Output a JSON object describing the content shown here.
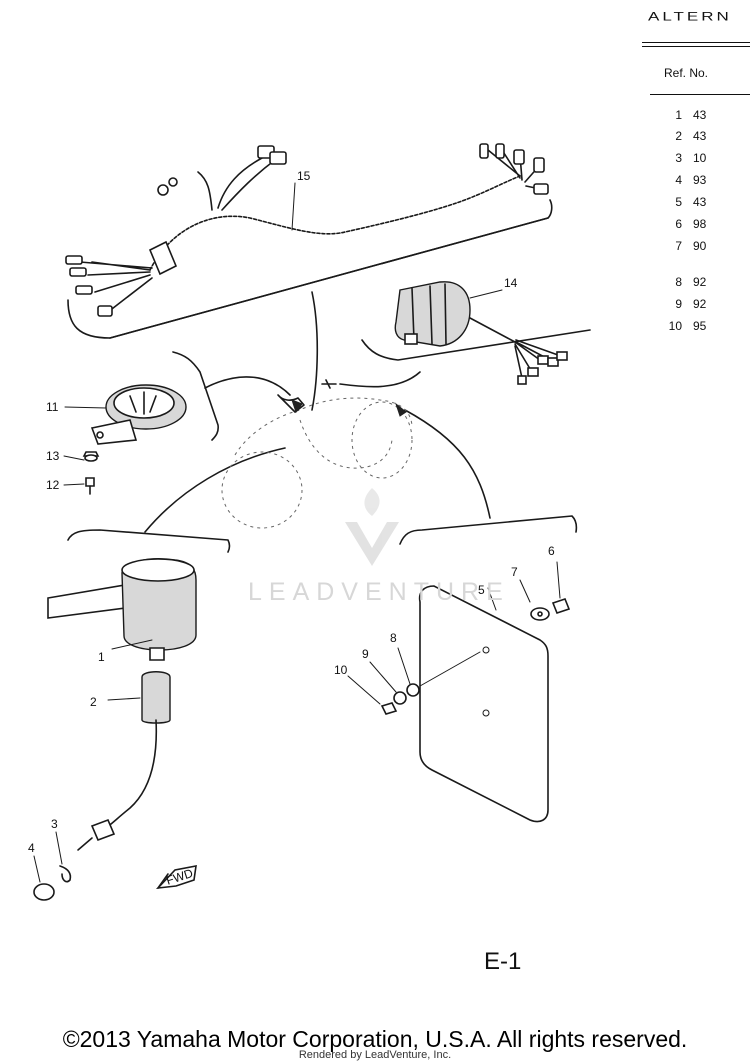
{
  "table": {
    "title": "ALTERN",
    "header": "Ref. No.",
    "rows": [
      {
        "ref": "1",
        "part": "43"
      },
      {
        "ref": "2",
        "part": "43"
      },
      {
        "ref": "3",
        "part": "10"
      },
      {
        "ref": "4",
        "part": "93"
      },
      {
        "ref": "5",
        "part": "43"
      },
      {
        "ref": "6",
        "part": "98"
      },
      {
        "ref": "7",
        "part": "90"
      },
      {
        "ref": "8",
        "part": "92"
      },
      {
        "ref": "9",
        "part": "92"
      },
      {
        "ref": "10",
        "part": "95"
      }
    ]
  },
  "callouts": [
    "1",
    "2",
    "3",
    "4",
    "5",
    "6",
    "7",
    "8",
    "9",
    "10",
    "11",
    "12",
    "13",
    "14",
    "15"
  ],
  "fwd_label": "FWD",
  "watermark": "LEADVENTURE",
  "page_code": "E-1",
  "copyright": "©2013 Yamaha Motor Corporation, U.S.A. All rights reserved.",
  "rendered_by": "Rendered by LeadVenture, Inc."
}
